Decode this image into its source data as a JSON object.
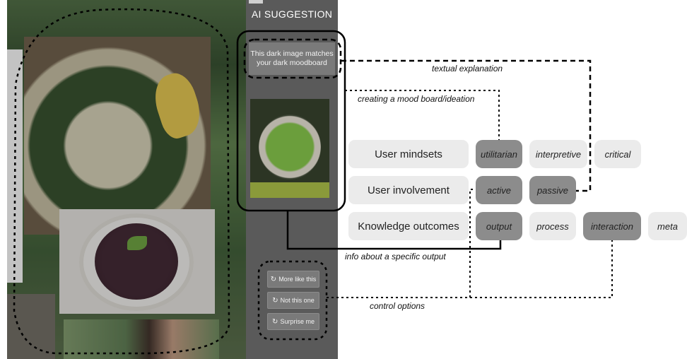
{
  "panel": {
    "title": "AI SUGGESTION",
    "suggestion_text": "This dark image matches your dark moodboard",
    "buttons": [
      {
        "label": "More like this",
        "icon": "refresh-icon"
      },
      {
        "label": "Not this one",
        "icon": "refresh-icon"
      },
      {
        "label": "Surprise me",
        "icon": "refresh-icon"
      }
    ]
  },
  "dimensions": [
    {
      "label": "User mindsets",
      "options": [
        {
          "label": "utilitarian",
          "selected": true
        },
        {
          "label": "interpretive",
          "selected": false
        },
        {
          "label": "critical",
          "selected": false
        }
      ]
    },
    {
      "label": "User involvement",
      "options": [
        {
          "label": "active",
          "selected": true
        },
        {
          "label": "passive",
          "selected": true
        }
      ]
    },
    {
      "label": "Knowledge outcomes",
      "options": [
        {
          "label": "output",
          "selected": true
        },
        {
          "label": "process",
          "selected": false
        },
        {
          "label": "interaction",
          "selected": true
        },
        {
          "label": "meta",
          "selected": false
        }
      ]
    }
  ],
  "annotations": {
    "textual": "textual explanation",
    "moodboard": "creating a mood board/ideation",
    "output_info": "info about a specific output",
    "control": "control options"
  },
  "colors": {
    "panel": "#5a5a5a",
    "selected": "#8c8c8c",
    "unselected": "#ebebeb",
    "line": "#000000"
  }
}
